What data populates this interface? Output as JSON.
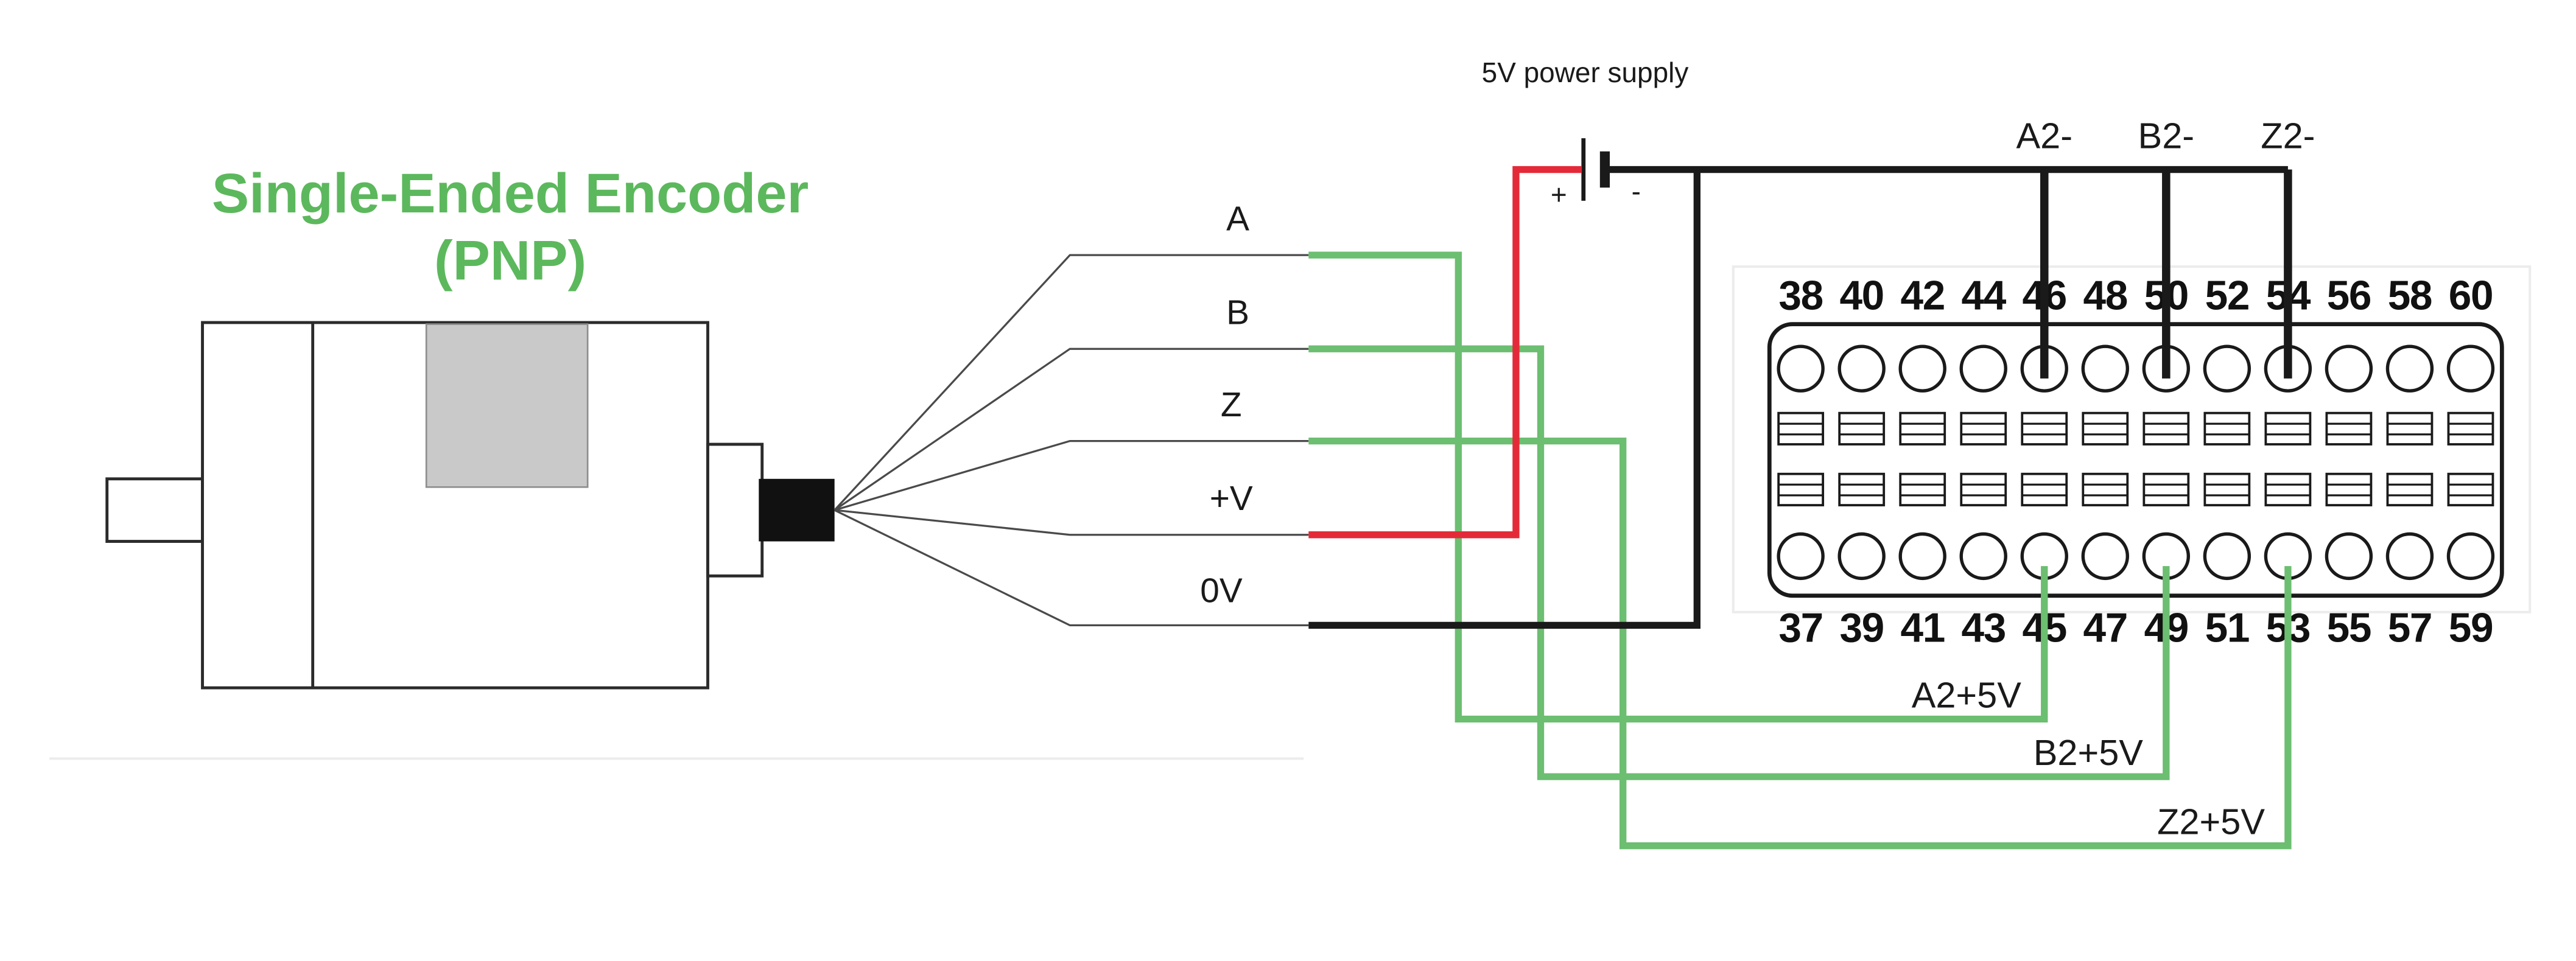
{
  "title": {
    "line1": "Single-Ended Encoder",
    "line2": "(PNP)"
  },
  "power_supply": {
    "label": "5V power supply",
    "plus_label": "+",
    "minus_label": "-"
  },
  "encoder_wire_labels": [
    "A",
    "B",
    "Z",
    "+V",
    "0V"
  ],
  "connections": {
    "negative_labels": [
      "A2-",
      "B2-",
      "Z2-"
    ],
    "positive_labels": [
      "A2+5V",
      "B2+5V",
      "Z2+5V"
    ]
  },
  "terminal_block": {
    "top_numbers": [
      "38",
      "40",
      "42",
      "44",
      "46",
      "48",
      "50",
      "52",
      "54",
      "56",
      "58",
      "60"
    ],
    "bottom_numbers": [
      "37",
      "39",
      "41",
      "43",
      "45",
      "47",
      "49",
      "51",
      "53",
      "55",
      "57",
      "59"
    ]
  },
  "colors": {
    "title_green": "#5CB85C",
    "wire_green": "#6CBE71",
    "wire_red": "#E42A38",
    "wire_black": "#1A1A1A"
  }
}
